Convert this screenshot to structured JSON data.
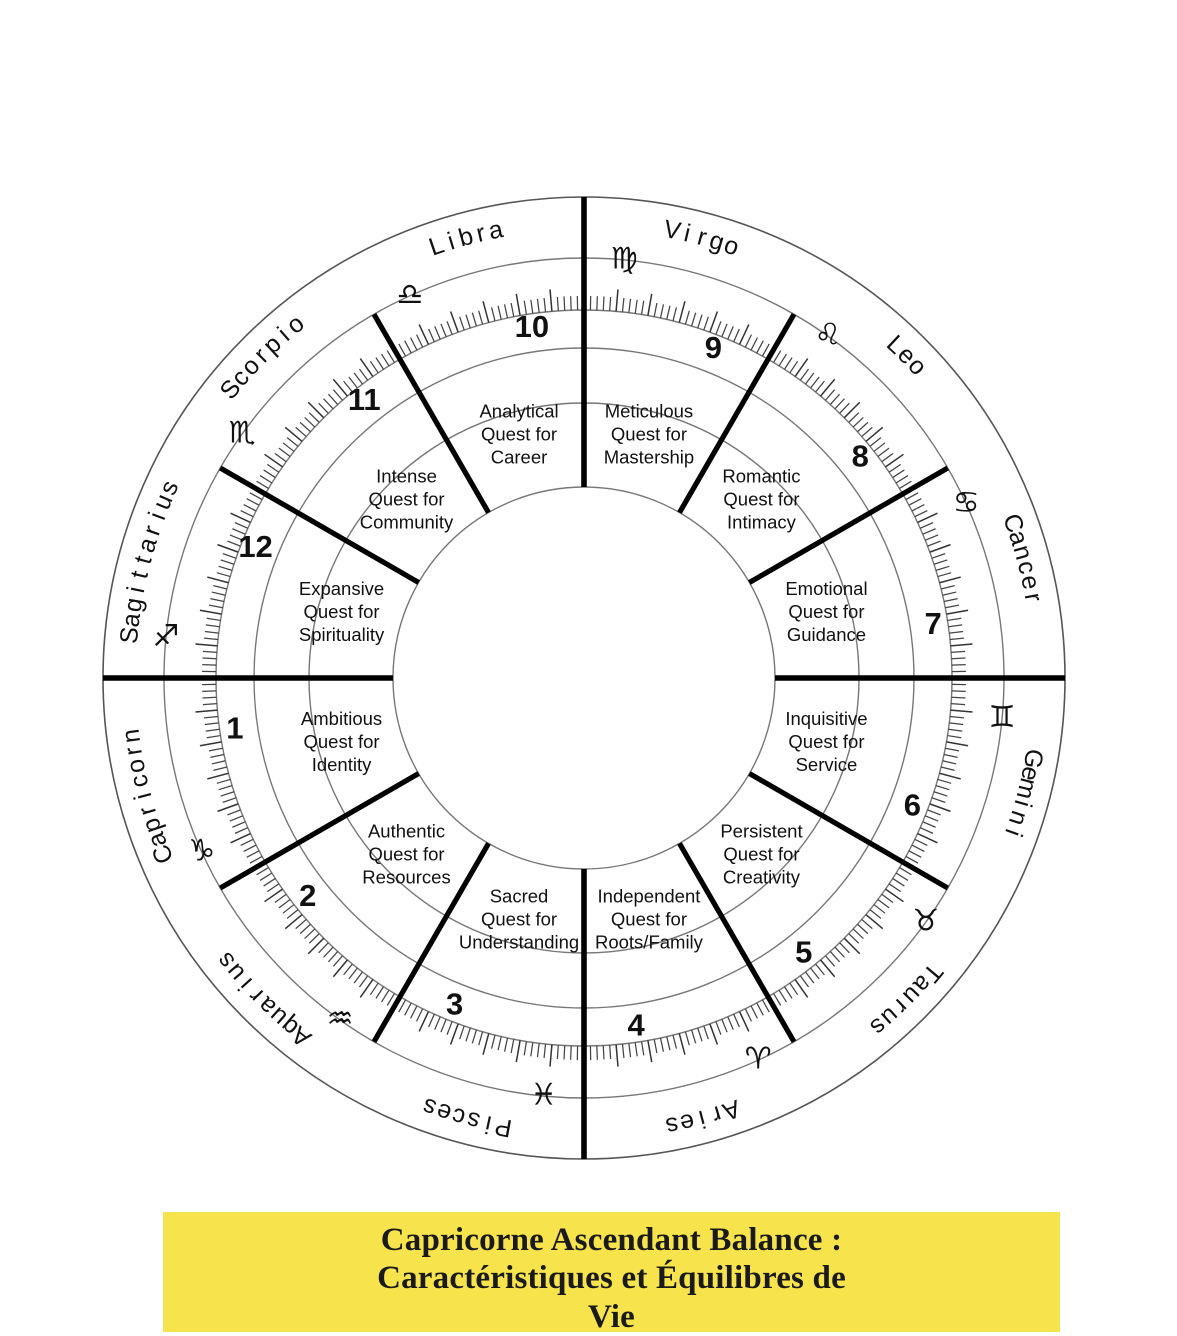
{
  "caption": {
    "text": "Capricorne Ascendant Balance :\nCaractéristiques et Équilibres de\nVie",
    "background_color": "#f7e34b",
    "text_color": "#1a1a1a"
  },
  "chart_data": {
    "type": "pie",
    "title": "Astrological Natal Wheel — 12 Houses with Zodiac Signs",
    "layout": {
      "center": [
        584,
        678
      ],
      "outer_radius": 481,
      "sign_name_radius": 455,
      "tick_ring_outer_radius": 420,
      "tick_ring_inner_radius": 368,
      "house_number_ring_radius": 330,
      "inner_text_ring_radius": 275,
      "inner_circle_radius": 191,
      "segments": 12,
      "degrees_per_segment": 30,
      "ascendant_angle_deg": 180,
      "direction": "counterclockwise",
      "grid": false,
      "legend": false
    },
    "colors": {
      "cusp_line": "#000000",
      "ring_line": "#555555",
      "text": "#111111",
      "background": "#ffffff"
    },
    "houses": [
      {
        "number": "1",
        "sign_name": "Capricorn",
        "sign_glyph": "♑",
        "quest_line1": "Ambitious",
        "quest_line2": "Quest for",
        "quest_line3": "Identity"
      },
      {
        "number": "2",
        "sign_name": "Aquarius",
        "sign_glyph": "♒",
        "quest_line1": "Authentic",
        "quest_line2": "Quest for",
        "quest_line3": "Resources"
      },
      {
        "number": "3",
        "sign_name": "Pisces",
        "sign_glyph": "♓",
        "quest_line1": "Sacred",
        "quest_line2": "Quest for",
        "quest_line3": "Understanding"
      },
      {
        "number": "4",
        "sign_name": "Aries",
        "sign_glyph": "♈",
        "quest_line1": "Independent",
        "quest_line2": "Quest for",
        "quest_line3": "Roots/Family"
      },
      {
        "number": "5",
        "sign_name": "Taurus",
        "sign_glyph": "♉",
        "quest_line1": "Persistent",
        "quest_line2": "Quest for",
        "quest_line3": "Creativity"
      },
      {
        "number": "6",
        "sign_name": "Gemini",
        "sign_glyph": "♊",
        "quest_line1": "Inquisitive",
        "quest_line2": "Quest for",
        "quest_line3": "Service"
      },
      {
        "number": "7",
        "sign_name": "Cancer",
        "sign_glyph": "♋",
        "quest_line1": "Emotional",
        "quest_line2": "Quest for",
        "quest_line3": "Guidance"
      },
      {
        "number": "8",
        "sign_name": "Leo",
        "sign_glyph": "♌",
        "quest_line1": "Romantic",
        "quest_line2": "Quest for",
        "quest_line3": "Intimacy"
      },
      {
        "number": "9",
        "sign_name": "Virgo",
        "sign_glyph": "♍",
        "quest_line1": "Meticulous",
        "quest_line2": "Quest for",
        "quest_line3": "Mastership"
      },
      {
        "number": "10",
        "sign_name": "Libra",
        "sign_glyph": "♎",
        "quest_line1": "Analytical",
        "quest_line2": "Quest for",
        "quest_line3": "Career"
      },
      {
        "number": "11",
        "sign_name": "Scorpio",
        "sign_glyph": "♏",
        "quest_line1": "Intense",
        "quest_line2": "Quest for",
        "quest_line3": "Community"
      },
      {
        "number": "12",
        "sign_name": "Sagittarius",
        "sign_glyph": "♐",
        "quest_line1": "Expansive",
        "quest_line2": "Quest for",
        "quest_line3": "Spirituality"
      }
    ]
  }
}
